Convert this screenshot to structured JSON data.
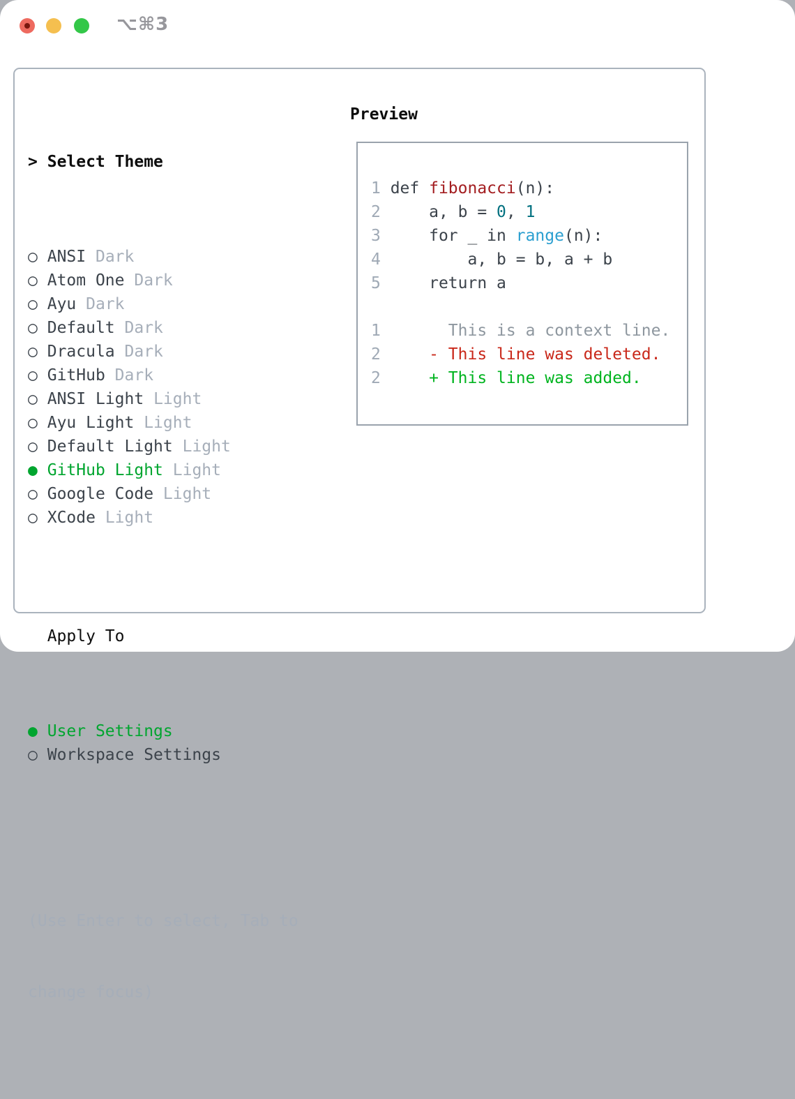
{
  "window": {
    "titlebar": {
      "shortcut": "⌥⌘3",
      "traffic_lights": [
        "close",
        "minimize",
        "zoom"
      ]
    }
  },
  "theme_picker": {
    "header": {
      "prefix": ">",
      "label": "Select Theme"
    },
    "bullets": {
      "selected": "●",
      "unselected": "○"
    },
    "items": [
      {
        "name": "ANSI",
        "variant": "Dark",
        "selected": false
      },
      {
        "name": "Atom One",
        "variant": "Dark",
        "selected": false
      },
      {
        "name": "Ayu",
        "variant": "Dark",
        "selected": false
      },
      {
        "name": "Default",
        "variant": "Dark",
        "selected": false
      },
      {
        "name": "Dracula",
        "variant": "Dark",
        "selected": false
      },
      {
        "name": "GitHub",
        "variant": "Dark",
        "selected": false
      },
      {
        "name": "ANSI Light",
        "variant": "Light",
        "selected": false
      },
      {
        "name": "Ayu Light",
        "variant": "Light",
        "selected": false
      },
      {
        "name": "Default Light",
        "variant": "Light",
        "selected": false
      },
      {
        "name": "GitHub Light",
        "variant": "Light",
        "selected": true
      },
      {
        "name": "Google Code",
        "variant": "Light",
        "selected": false
      },
      {
        "name": "XCode",
        "variant": "Light",
        "selected": false
      }
    ],
    "apply_to": {
      "label": "Apply To",
      "options": [
        {
          "name": "User Settings",
          "selected": true
        },
        {
          "name": "Workspace Settings",
          "selected": false
        }
      ]
    },
    "hint_lines": [
      "(Use Enter to select, Tab to",
      "change focus)"
    ]
  },
  "preview": {
    "header": "Preview",
    "lines": [
      [
        {
          "t": "1 ",
          "c": "lineno"
        },
        {
          "t": "def ",
          "c": "plain"
        },
        {
          "t": "fibonacci",
          "c": "func"
        },
        {
          "t": "(n):",
          "c": "plain"
        }
      ],
      [
        {
          "t": "2 ",
          "c": "lineno"
        },
        {
          "t": "    a, b = ",
          "c": "plain"
        },
        {
          "t": "0",
          "c": "num"
        },
        {
          "t": ", ",
          "c": "plain"
        },
        {
          "t": "1",
          "c": "num"
        }
      ],
      [
        {
          "t": "3 ",
          "c": "lineno"
        },
        {
          "t": "    for _ in ",
          "c": "plain"
        },
        {
          "t": "range",
          "c": "call"
        },
        {
          "t": "(n):",
          "c": "plain"
        }
      ],
      [
        {
          "t": "4 ",
          "c": "lineno"
        },
        {
          "t": "        a, b = b, a + b",
          "c": "plain"
        }
      ],
      [
        {
          "t": "5 ",
          "c": "lineno"
        },
        {
          "t": "    return a",
          "c": "plain"
        }
      ],
      [],
      [
        {
          "t": "1",
          "c": "lineno"
        },
        {
          "t": "       This is a context line.",
          "c": "ctx"
        }
      ],
      [
        {
          "t": "2",
          "c": "lineno"
        },
        {
          "t": "     - This line was deleted.",
          "c": "del"
        }
      ],
      [
        {
          "t": "2",
          "c": "lineno"
        },
        {
          "t": "     + This line was added.",
          "c": "add"
        }
      ]
    ]
  },
  "colors": {
    "accent_green": "#00a52f",
    "diff_add": "#00b41f",
    "diff_del": "#c9281a",
    "diff_ctx": "#8e979f",
    "code_plain": "#3c434b",
    "code_func": "#a31d20",
    "code_number": "#00707f",
    "code_call": "#2b9fd0",
    "lineno": "#9fa9b5",
    "text_dark": "#3c434b",
    "text_dim": "#a6aeb9",
    "heading": "#0d0d0d",
    "panel_border": "#aab3bd",
    "preview_border": "#9aa3ad",
    "title_gray": "#97979c",
    "light_red": "#ee6a5f",
    "light_red_dot": "#7a170e",
    "light_yellow": "#f5bf4f",
    "light_green": "#33c748"
  }
}
